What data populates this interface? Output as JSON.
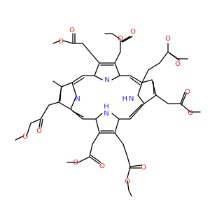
{
  "structure": {
    "type": "skeletal-formula",
    "atom_labels": {
      "N": "N",
      "NH": "H N",
      "NH2": "N",
      "NH2_H": "H",
      "O": "O"
    },
    "colors": {
      "bond": "#000000",
      "nitrogen": "#1f2fe0",
      "oxygen": "#e11a1a",
      "background": "#ffffff"
    }
  }
}
